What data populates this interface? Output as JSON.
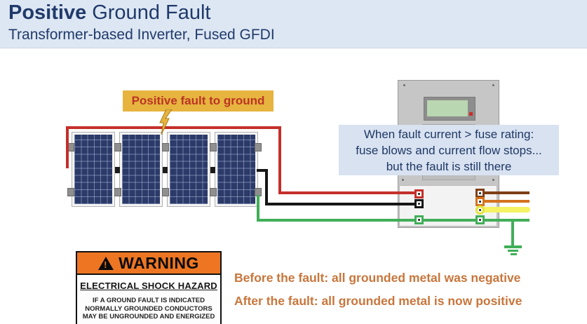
{
  "header": {
    "title_emphasis": "Positive",
    "title_rest": "Ground Fault",
    "subtitle": "Transformer-based Inverter, Fused GFDI"
  },
  "diagram": {
    "fault_label": "Positive fault to ground",
    "note_lines": [
      "When fault current > fuse rating:",
      "fuse blows and current flow stops...",
      "but the fault is still there"
    ],
    "panel_count": 4
  },
  "warning_label": {
    "header": "WARNING",
    "hazard": "ELECTRICAL SHOCK HAZARD",
    "body_lines": [
      "IF A GROUND FAULT IS INDICATED",
      "NORMALLY GROUNDED CONDUCTORS",
      "MAY BE UNGROUNDED AND ENERGIZED"
    ]
  },
  "footer": {
    "before_line": "Before the fault: all grounded metal was negative",
    "after_line": "After the fault: all grounded metal is now positive"
  },
  "colors": {
    "header_bg": "#dde7f3",
    "title_text": "#203a6b",
    "fault_label_bg": "#e6b43f",
    "fault_label_text": "#bb3425",
    "note_bg": "#d8e2f1",
    "note_text": "#1f3864",
    "positive_wire": "#c4302a",
    "negative_wire": "#161616",
    "ground_wire": "#41ae58",
    "ac_line1_wire": "#7f3f16",
    "ac_line2_wire": "#d4731f",
    "ac_neutral_wire": "#f5f263",
    "panel_cell": "#2b3a68",
    "inverter_body": "#c6c6c6",
    "lcd_screen": "#b9d7b1",
    "warning_orange": "#ee7623",
    "footer_text": "#c8763c"
  }
}
